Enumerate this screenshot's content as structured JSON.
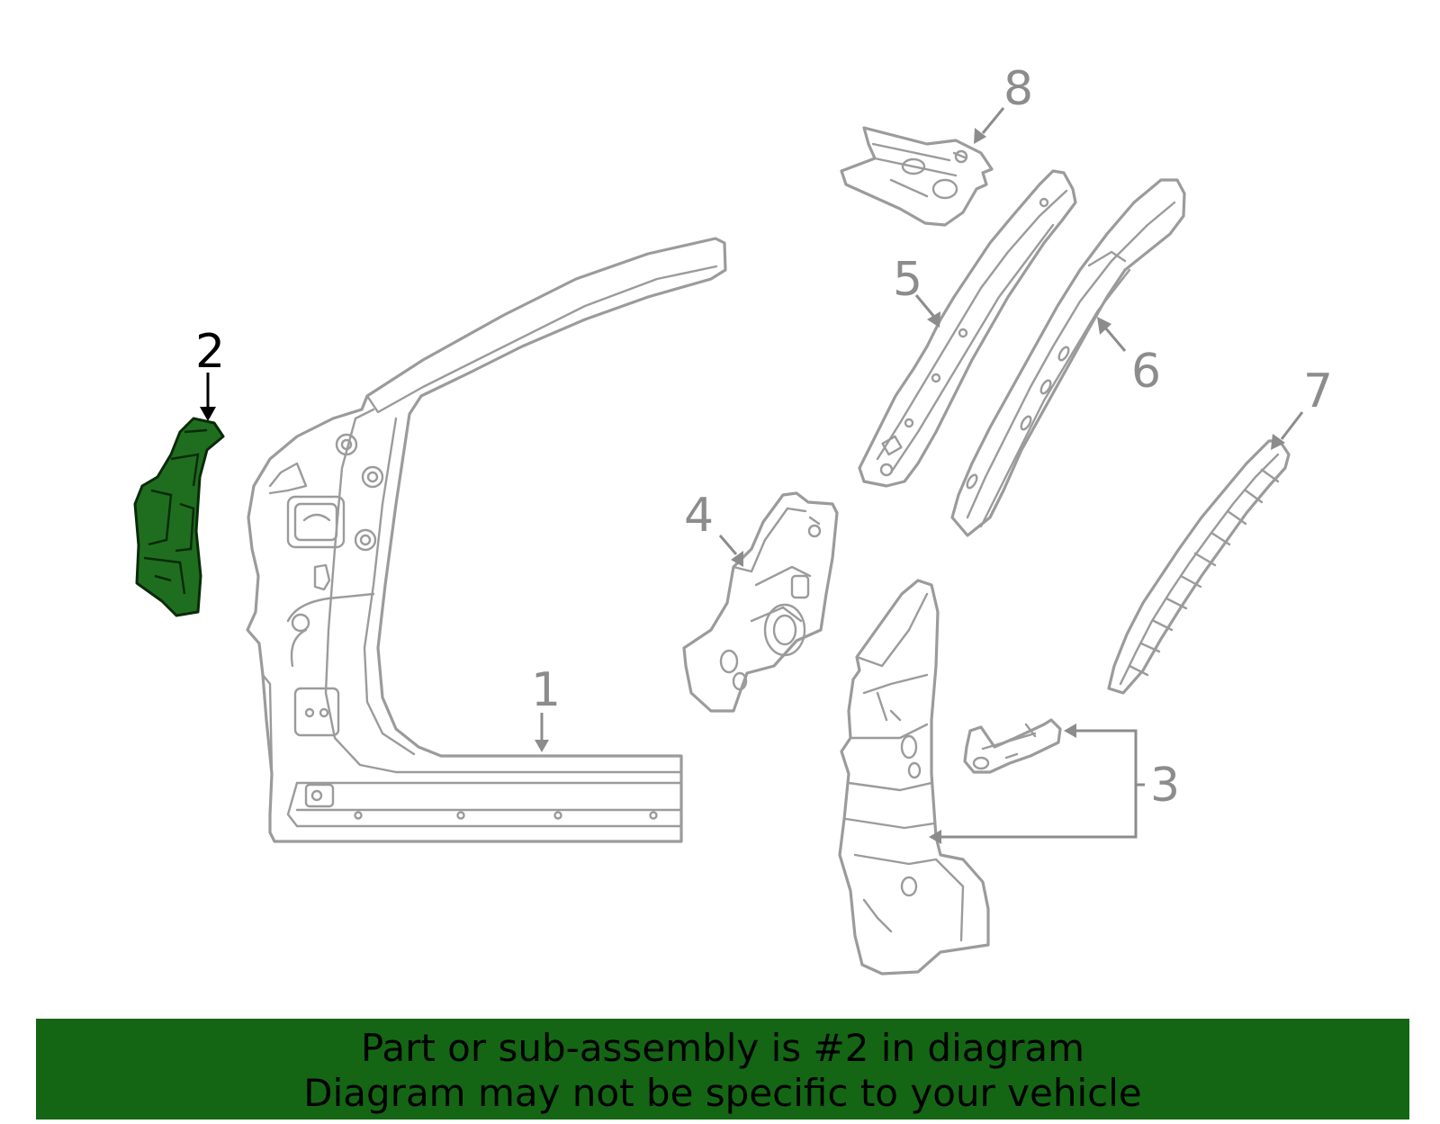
{
  "diagram": {
    "callouts": {
      "c1": "1",
      "c2": "2",
      "c3": "3",
      "c4": "4",
      "c5": "5",
      "c6": "6",
      "c7": "7",
      "c8": "8"
    },
    "highlighted_part": "2",
    "colors": {
      "highlight_fill": "#1f6e1f",
      "line_gray": "#9b9b9b",
      "label_gray": "#8c8c8c",
      "banner_green": "#146614"
    }
  },
  "banner": {
    "line1": "Part or sub-assembly is #2 in diagram",
    "line2": "Diagram may not be specific to your vehicle"
  }
}
